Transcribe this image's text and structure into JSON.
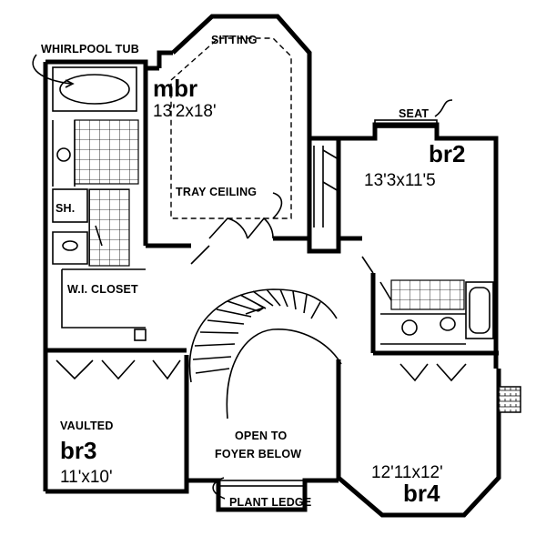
{
  "labels": {
    "whirlpool_tub": "WHIRLPOOL TUB",
    "sitting": "SITTING",
    "tray_ceiling": "TRAY CEILING",
    "seat": "SEAT",
    "shower": "SH.",
    "wi_closet": "W.I. CLOSET",
    "vaulted": "VAULTED",
    "open_to_line1": "OPEN TO",
    "open_to_line2": "FOYER BELOW",
    "plant_ledge": "PLANT LEDGE"
  },
  "rooms": {
    "mbr": {
      "name": "mbr",
      "dims": "13'2x18'"
    },
    "br2": {
      "name": "br2",
      "dims": "13'3x11'5"
    },
    "br3": {
      "name": "br3",
      "dims": "11'x10'"
    },
    "br4": {
      "name": "br4",
      "dims": "12'11x12'"
    }
  }
}
